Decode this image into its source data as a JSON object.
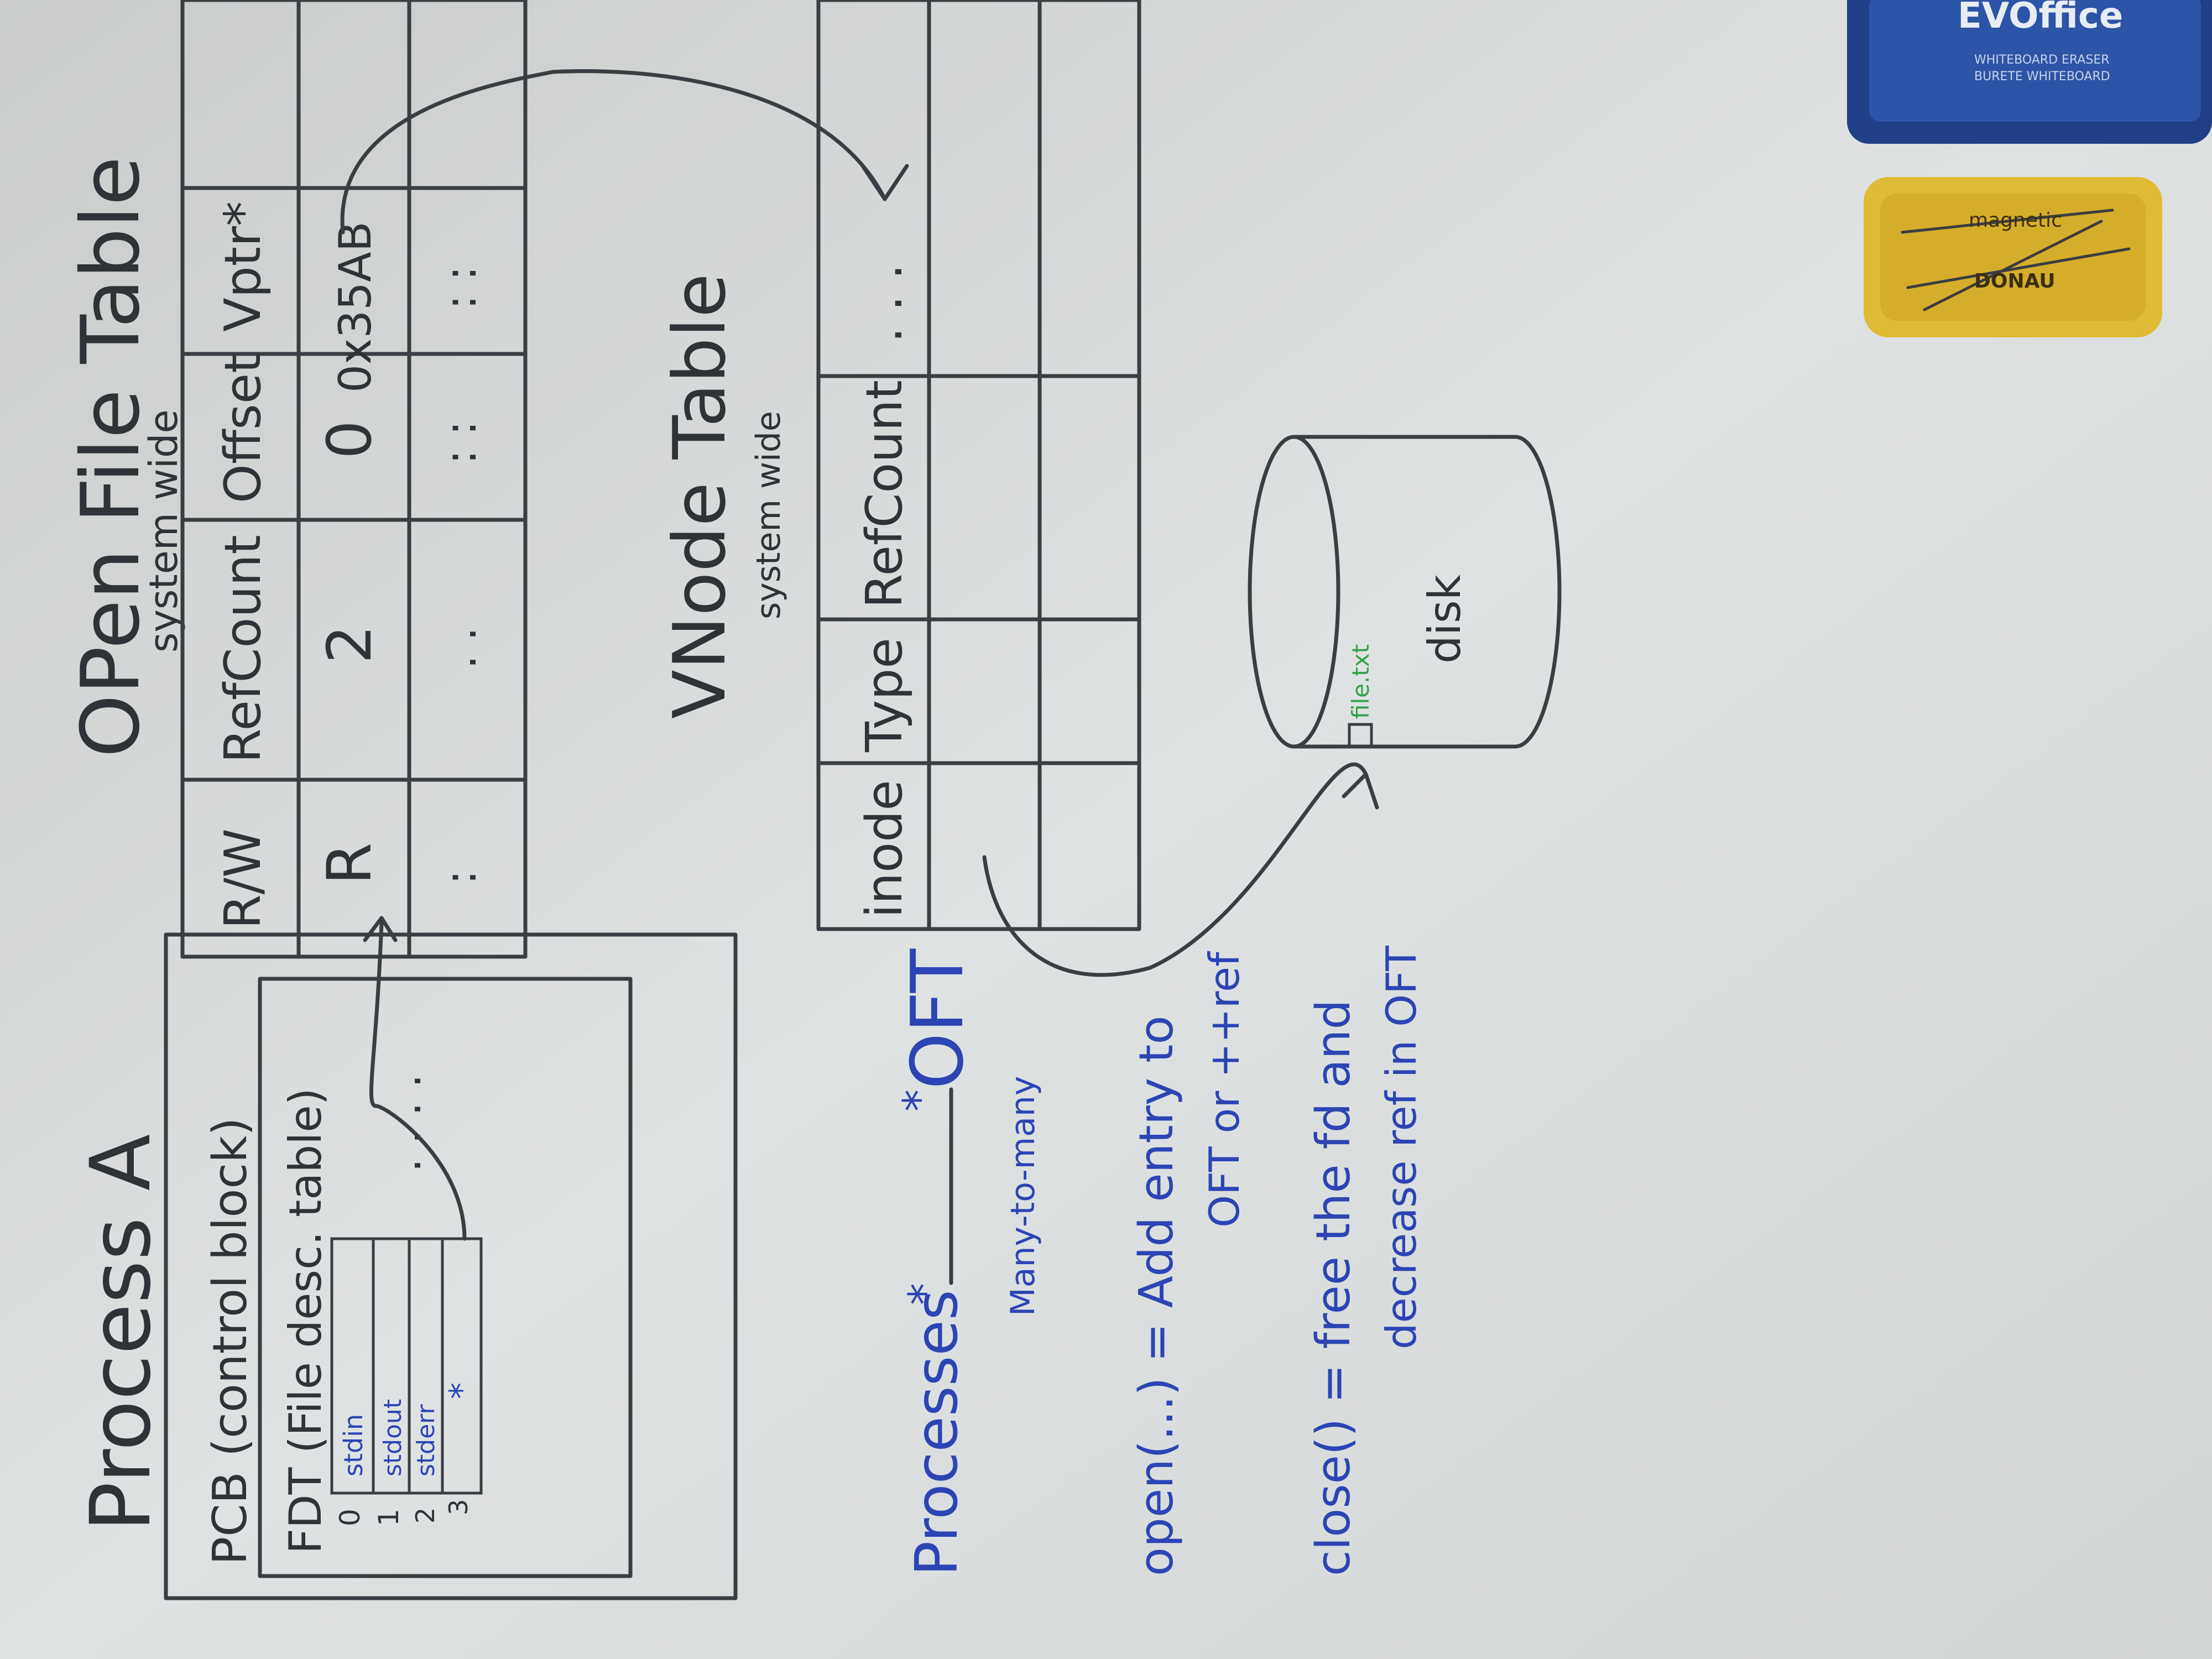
{
  "process": {
    "title": "Process A",
    "pcb_label": "PCB (control block)",
    "fdt_label": "FDT (File desc. table)",
    "fd_indices": [
      "0",
      "1",
      "2",
      "3"
    ],
    "fd_entries": [
      "stdin",
      "stdout",
      "stderr",
      "*"
    ],
    "dots": ". . . ."
  },
  "oft": {
    "title": "OPen File Table",
    "subtitle": "system wide",
    "headers": [
      "R/W",
      "RefCount",
      "Offset",
      "Vptr*"
    ],
    "row": [
      "R",
      "2",
      "0",
      "0x35AB"
    ],
    "ellipsis_row": [
      ":",
      ". .",
      ": :",
      ": :"
    ]
  },
  "vnode": {
    "title": "VNode Table",
    "subtitle": "system wide",
    "headers": [
      "inode",
      "Type",
      "RefCount",
      ". . ."
    ]
  },
  "disk": {
    "label": "disk",
    "file": "file.txt"
  },
  "notes": {
    "relation_left": "Processes",
    "relation_left_star": "*",
    "relation_right_star": "*",
    "relation_right": "OFT",
    "relation_caption": "Many-to-many",
    "open_line1": "open(...) = Add entry to",
    "open_line2": "OFT or ++ref",
    "close_line1": "close() = free the fd and",
    "close_line2": "decrease ref in OFT"
  },
  "erasers": {
    "eraser1_brand": "EVOffice",
    "eraser1_line1": "WHITEBOARD ERASER",
    "eraser1_line2": "BURETE WHITEBOARD",
    "eraser2_line1": "magnetic",
    "eraser2_line2": "DONAU"
  },
  "colors": {
    "board": "#d9dcdc",
    "ink_black": "#2f3236",
    "ink_blue": "#2c44b4",
    "ink_green": "#34a04a",
    "eraser_blue": "#1f3f86",
    "eraser_yellow": "#e0bb35"
  }
}
